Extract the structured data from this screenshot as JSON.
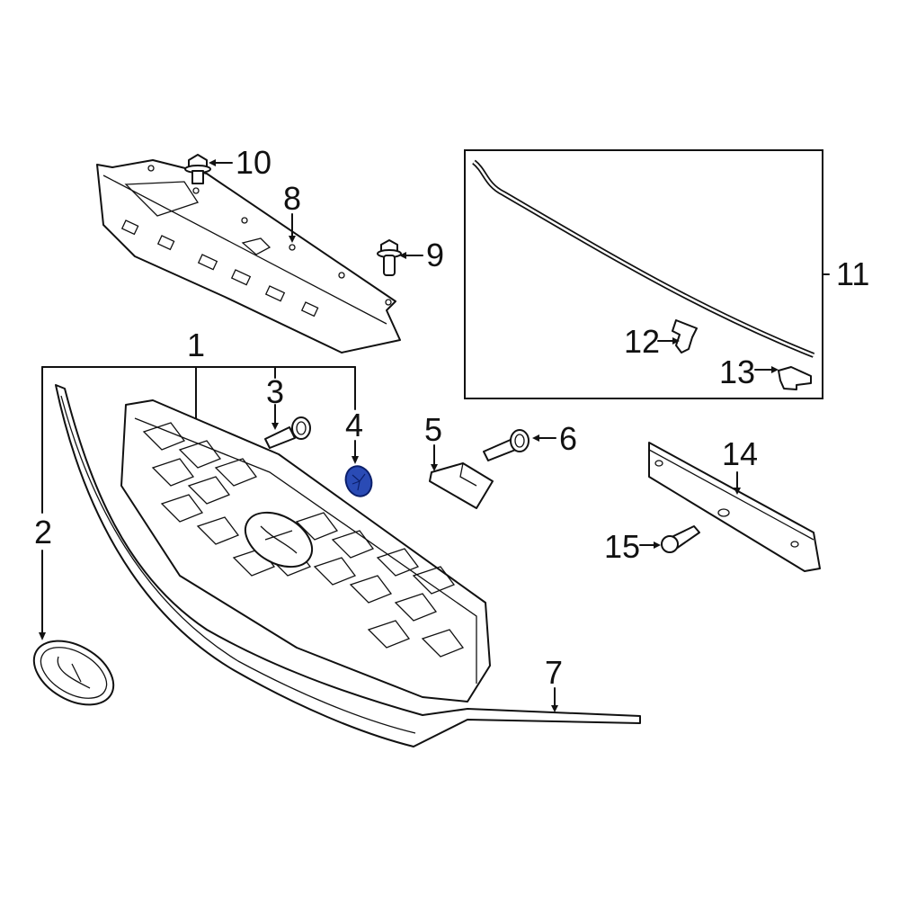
{
  "diagram": {
    "title": "Grille Assembly Exploded Parts Diagram",
    "highlight_color": "#2a4bb5",
    "highlighted_part": "4",
    "callouts": [
      {
        "id": "1",
        "label": "1",
        "part": "grille-assembly"
      },
      {
        "id": "2",
        "label": "2",
        "part": "emblem"
      },
      {
        "id": "3",
        "label": "3",
        "part": "grille-screw"
      },
      {
        "id": "4",
        "label": "4",
        "part": "grille-clip"
      },
      {
        "id": "5",
        "label": "5",
        "part": "bracket"
      },
      {
        "id": "6",
        "label": "6",
        "part": "bracket-bolt"
      },
      {
        "id": "7",
        "label": "7",
        "part": "lower-molding"
      },
      {
        "id": "8",
        "label": "8",
        "part": "upper-cover-panel"
      },
      {
        "id": "9",
        "label": "9",
        "part": "cover-bolt"
      },
      {
        "id": "10",
        "label": "10",
        "part": "cover-bolt-upper"
      },
      {
        "id": "11",
        "label": "11",
        "part": "seal-kit-group"
      },
      {
        "id": "12",
        "label": "12",
        "part": "seal-clip"
      },
      {
        "id": "13",
        "label": "13",
        "part": "seal-retainer"
      },
      {
        "id": "14",
        "label": "14",
        "part": "license-bracket"
      },
      {
        "id": "15",
        "label": "15",
        "part": "push-pin"
      }
    ]
  }
}
